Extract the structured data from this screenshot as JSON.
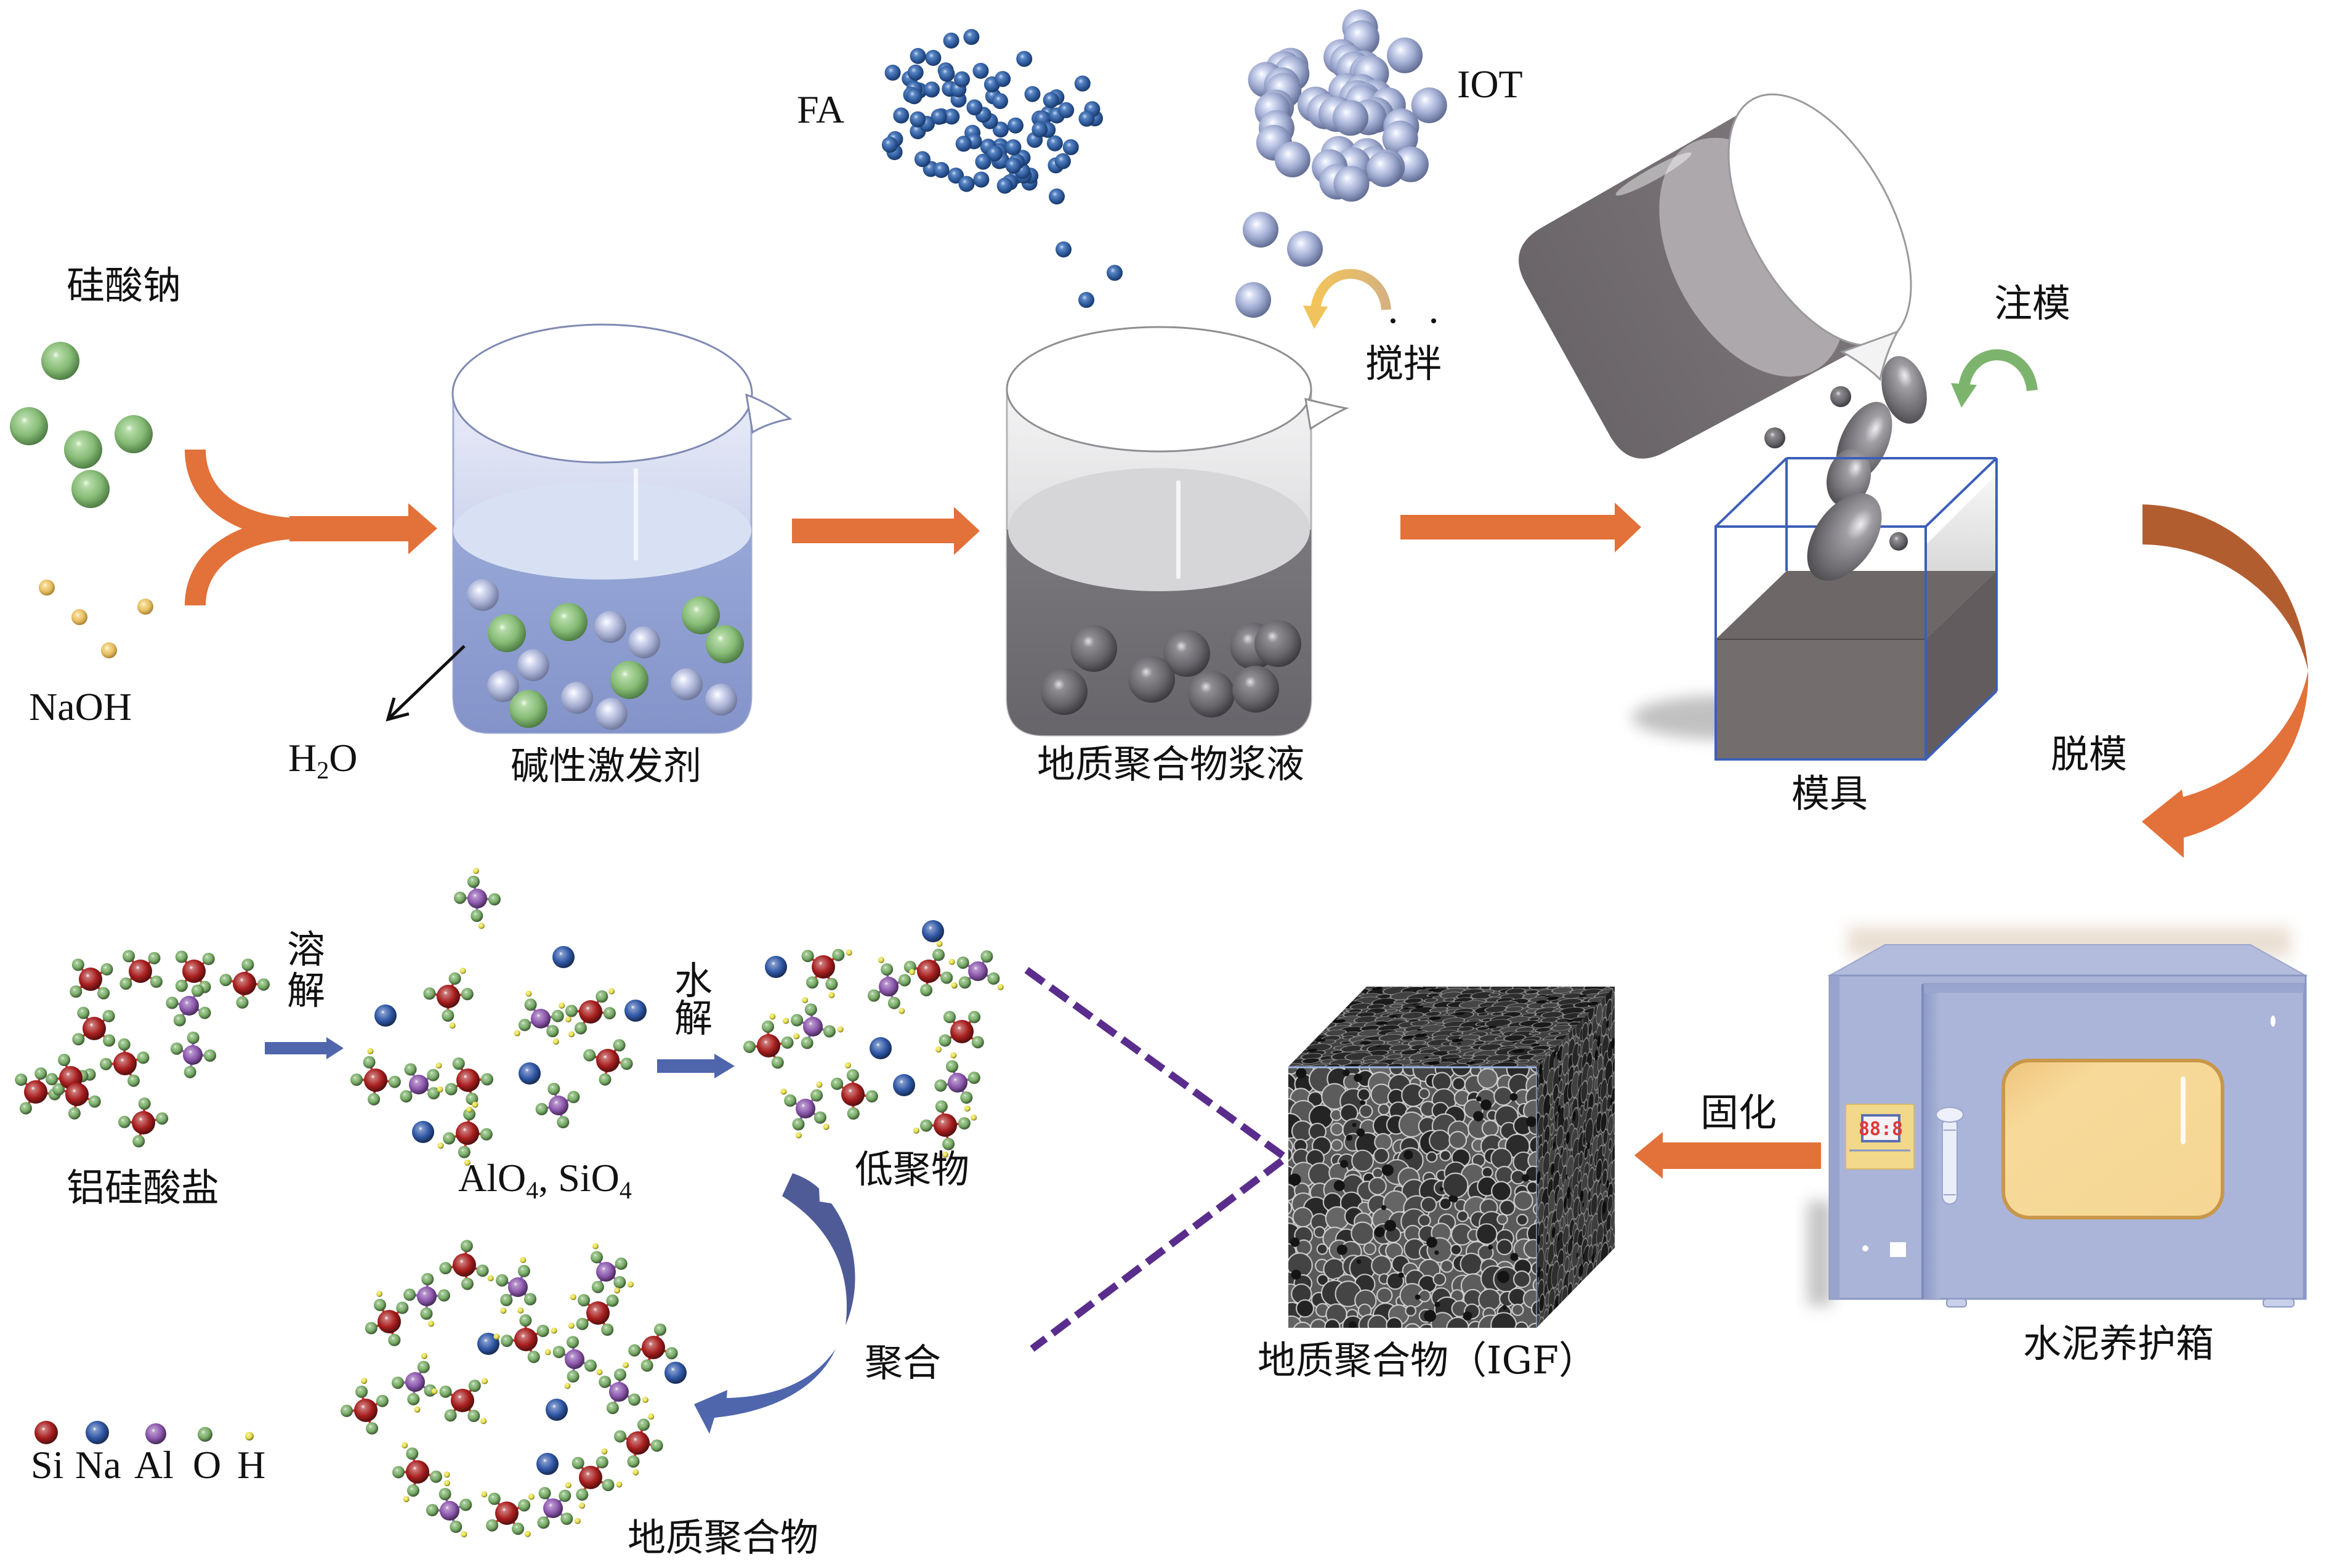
{
  "raw_materials": {
    "sodium_silicate_label": "硅酸钠",
    "naoh_label": "NaOH"
  },
  "activator": {
    "water_label": {
      "h": "H",
      "sub": "2",
      "o": "O"
    },
    "beaker_label": "碱性激发剂"
  },
  "solids": {
    "fa_label": "FA",
    "iot_label": "IOT",
    "stir_label": "搅拌"
  },
  "slurry": {
    "beaker_label": "地质聚合物浆液"
  },
  "molding": {
    "pour_label": "注模",
    "mold_label": "模具",
    "demold_label": "脱模"
  },
  "curing": {
    "oven_label": "水泥养护箱",
    "oven_display": "88:8",
    "cure_label": "固化"
  },
  "product": {
    "label": "地质聚合物（IGF）"
  },
  "mechanism": {
    "aluminosilicate_label": "铝硅酸盐",
    "dissolution_label": [
      "溶",
      "解"
    ],
    "monomers_label": {
      "al": "AlO",
      "al_sub": "4",
      "sep": ", ",
      "si": "SiO",
      "si_sub": "4"
    },
    "hydrolysis_label": [
      "水",
      "解"
    ],
    "oligomer_label": "低聚物",
    "polymerization_label": "聚合",
    "geopolymer_label": "地质聚合物"
  },
  "legend": [
    {
      "symbol": "Si",
      "color": "#a81e1e"
    },
    {
      "symbol": "Na",
      "color": "#2f57a6"
    },
    {
      "symbol": "Al",
      "color": "#8c57ad"
    },
    {
      "symbol": "O",
      "color": "#78ad66"
    },
    {
      "symbol": "H",
      "color": "#e6df45"
    }
  ],
  "colors": {
    "process_arrow": "#e2713a",
    "demold_arrow_top": "#b25d30",
    "mechanism_arrow": "#4f66ad",
    "zoom_link": "#5a2d8c",
    "mold_outline": "#3c5fb8",
    "oven_body": "#aab4d8",
    "oven_window": "#f5d692",
    "stir_arrow": "#f0c35c",
    "pour_arrow": "#7db46d"
  }
}
